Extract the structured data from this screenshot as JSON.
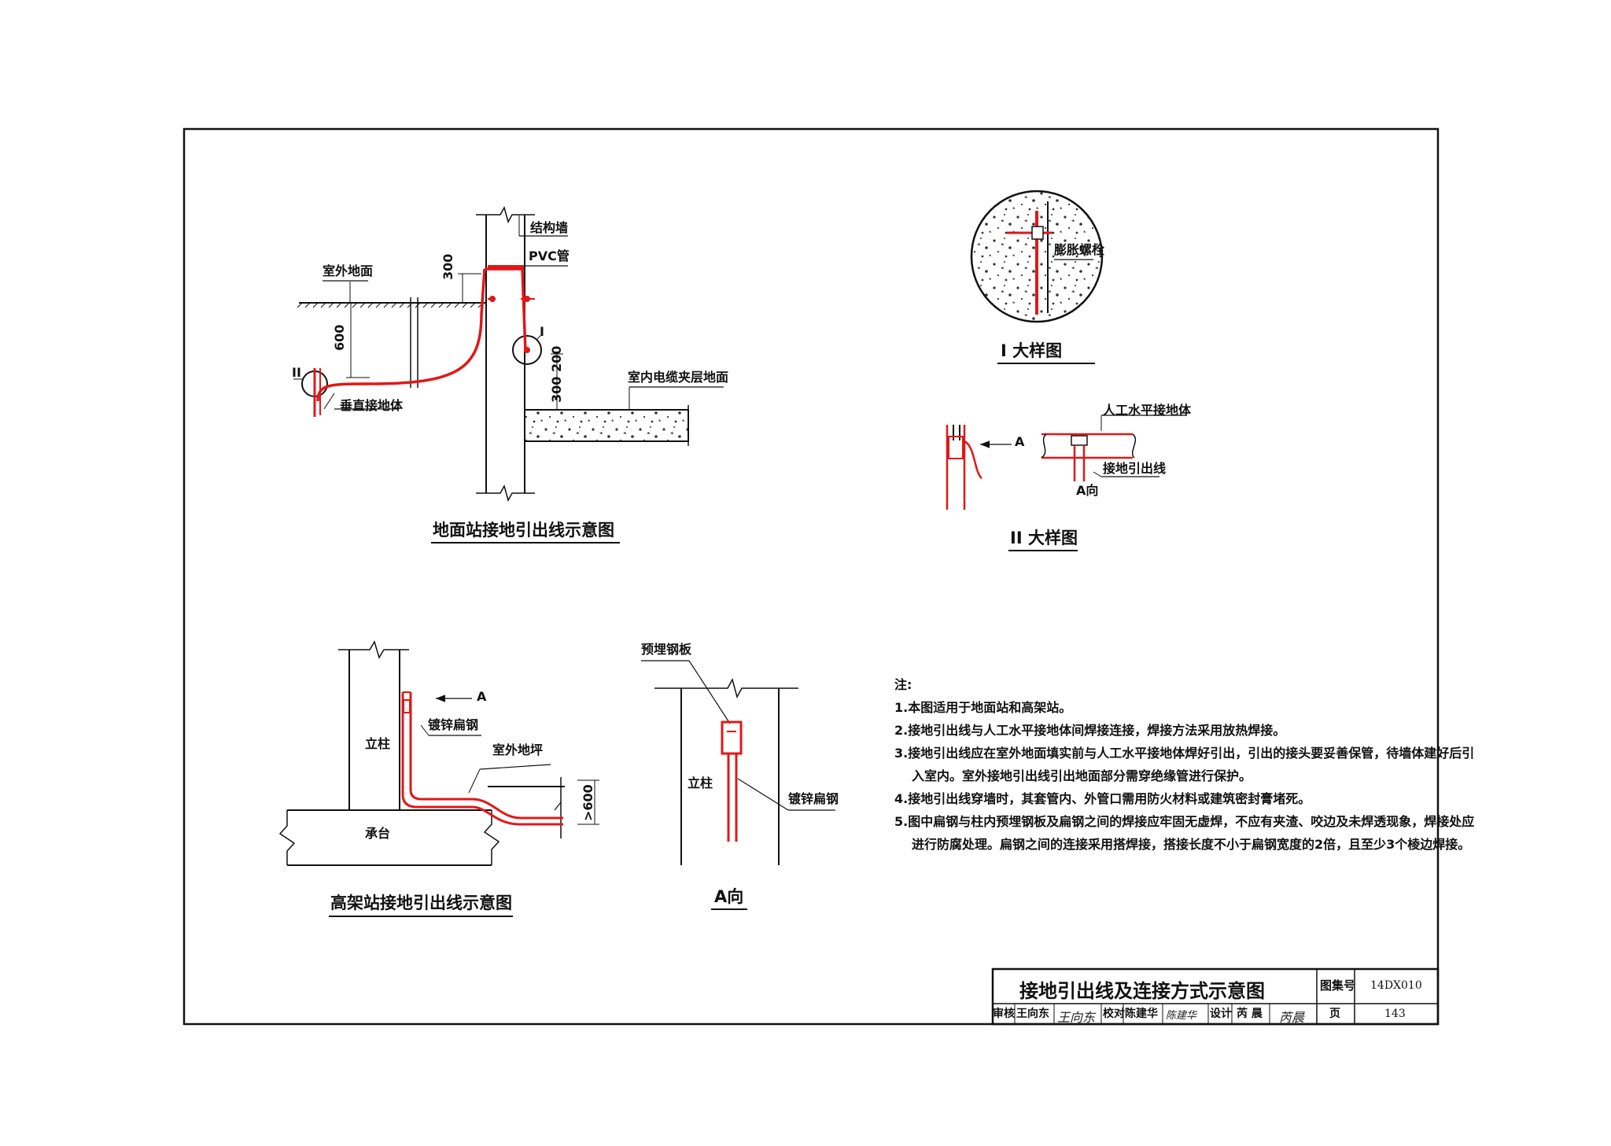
{
  "ground_station": {
    "caption": "地面站接地引出线示意图",
    "labels": {
      "structural_wall": "结构墙",
      "pvc_pipe": "PVC管",
      "outdoor_ground": "室外地面",
      "dim_300_top": "300",
      "dim_600": "600",
      "marker_I": "I",
      "marker_II": "II",
      "vertical_electrode": "垂直接地体",
      "dim_300_200": "300 200",
      "indoor_cable_floor": "室内电缆夹层地面"
    }
  },
  "detail_I": {
    "caption": "I 大样图",
    "label": "膨胀螺栓"
  },
  "detail_II": {
    "caption": "II 大样图",
    "labels": {
      "artificial_horizontal": "人工水平接地体",
      "arrow_A": "A",
      "lead_out": "接地引出线",
      "view_A": "A向"
    }
  },
  "elevated_station": {
    "caption": "高架站接地引出线示意图",
    "labels": {
      "arrow_A": "A",
      "galvanized_steel": "镀锌扁钢",
      "column": "立柱",
      "outdoor_floor": "室外地坪",
      "dim_600": ">600",
      "pile_cap": "承台"
    }
  },
  "view_A": {
    "caption": "A向",
    "labels": {
      "embedded_plate": "预埋钢板",
      "column": "立柱",
      "galvanized_steel": "镀锌扁钢"
    }
  },
  "notes": {
    "heading": "注:",
    "items": [
      "1.本图适用于地面站和高架站。",
      "2.接地引出线与人工水平接地体间焊接连接，焊接方法采用放热焊接。",
      "3.接地引出线应在室外地面填实前与人工水平接地体焊好引出，引出的接头要妥善保管，待墙体建好后引",
      "入室内。室外接地引出线引出地面部分需穿绝缘管进行保护。",
      "4.接地引出线穿墙时，其套管内、外管口需用防火材料或建筑密封膏堵死。",
      "5.图中扁钢与柱内预埋钢板及扁钢之间的焊接应牢固无虚焊，不应有夹渣、咬边及未焊透现象，焊接处应",
      "进行防腐处理。扁钢之间的连接采用搭焊接，搭接长度不小于扁钢宽度的2倍，且至少3个棱边焊接。"
    ]
  },
  "title_block": {
    "title": "接地引出线及连接方式示意图",
    "atlas_label": "图集号",
    "atlas_no": "14DX010",
    "review_label": "审核",
    "reviewer": "王向东",
    "reviewer_sig": "王向东",
    "check_label": "校对",
    "checker": "陈建华",
    "checker_sig": "陈建华",
    "design_label": "设计",
    "designer": "芮 晨",
    "designer_sig": "芮晨",
    "page_label": "页",
    "page_no": "143"
  },
  "colors": {
    "line": "#111111",
    "red": "#e01818"
  }
}
